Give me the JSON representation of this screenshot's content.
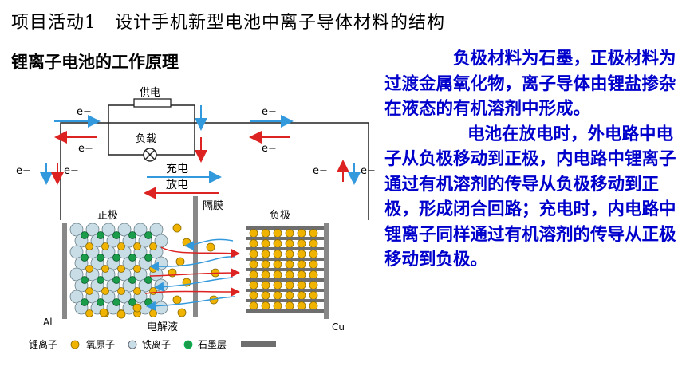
{
  "slide": {
    "title": "项目活动1　设计手机新型电池中离子导体材料的结构",
    "subtitle": "锂离子电池的工作原理",
    "paragraph1": "负极材料为石墨，正极材料为过渡金属氧化物，离子导体由锂盐掺杂在液态的有机溶剂中形成。",
    "paragraph2": "电池在放电时，外电路中电子从负极移动到正极，内电路中锂离子通过有机溶剂的传导从负极移动到正极，形成闭合回路；充电时，内电路中锂离子同样通过有机溶剂的传导从正极移动到负极。"
  },
  "diagram": {
    "label_supply": "供电",
    "label_load": "负载",
    "label_charge": "充电",
    "label_discharge": "放电",
    "label_separator": "隔膜",
    "label_cathode": "正极",
    "label_anode": "负极",
    "label_electrolyte": "电解液",
    "label_al": "Al",
    "label_cu": "Cu",
    "electron": "e−",
    "legend_li": "锂离子",
    "legend_o": "氧原子",
    "legend_fe": "铁离子",
    "legend_graphite": "石墨层",
    "colors": {
      "blue_arrow": "#3399dd",
      "red_arrow": "#dd2222",
      "lithium": "#f0b400",
      "oxygen": "#c8dde6",
      "iron": "#1a9c4a",
      "graphite": "#6e6e6e"
    }
  }
}
